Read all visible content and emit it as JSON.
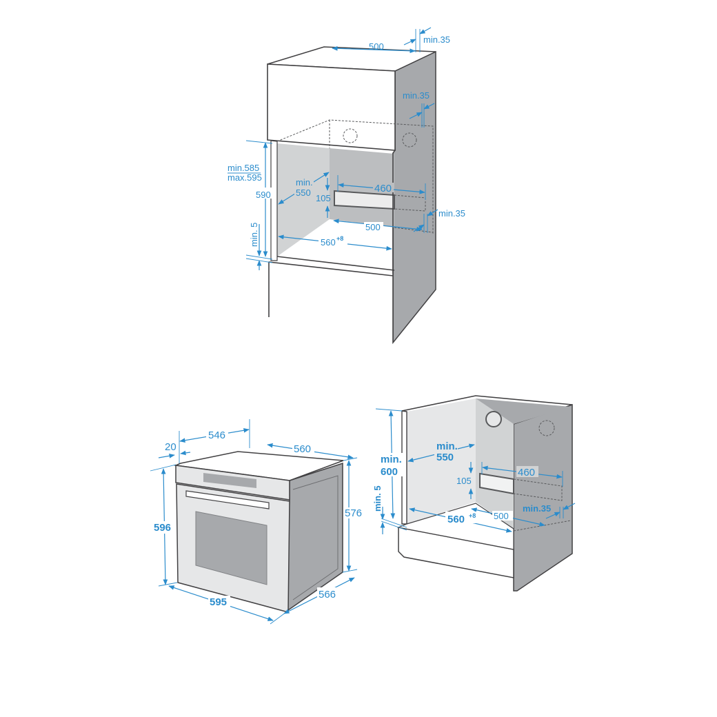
{
  "colors": {
    "dimension": "#2b8ccc",
    "side_panel": "#a7a9ac",
    "inner_wall": "#d1d3d4",
    "light_wall": "#e6e7e8",
    "outline": "#414042"
  },
  "column_install": {
    "top_depth": "500",
    "top_gap": "min.35",
    "rear_gap": "min.35",
    "niche_height_min": "min.585",
    "niche_height_max": "max.595",
    "niche_height": "590",
    "depth_min_label": "min.",
    "depth_min_value": "550",
    "vent_width": "460",
    "vent_height": "105",
    "floor_depth": "500",
    "side_gap": "min.35",
    "niche_width": "560",
    "niche_width_tolerance": "+8",
    "bottom_gap": "min. 5"
  },
  "oven_dimensions": {
    "depth_body": "546",
    "facia_depth": "20",
    "body_width": "560",
    "height": "596",
    "body_height": "576",
    "width": "595",
    "total_depth": "566"
  },
  "undercounter_install": {
    "depth_min_label": "min.",
    "depth_min_value": "550",
    "height_min_label": "min.",
    "height_min_value": "600",
    "bottom_gap": "min. 5",
    "vent_width": "460",
    "vent_height": "105",
    "floor_depth": "500",
    "rear_gap": "min.35",
    "niche_width": "560",
    "niche_width_tolerance": "+8"
  }
}
